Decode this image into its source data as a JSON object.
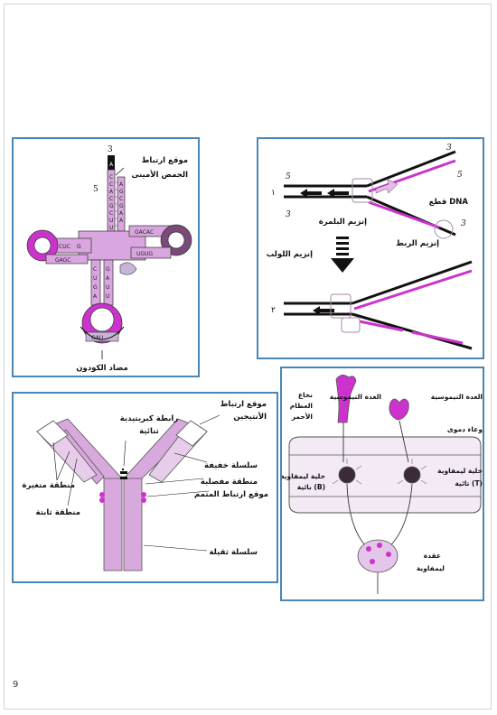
{
  "page_number": "9",
  "trna": {
    "attach_site_line1": "موقع ارتباط",
    "attach_site_line2": "الحمض الأمينى",
    "anticodon": "مضاد الكودون",
    "five_prime": "5",
    "three_prime": "3",
    "bases_acceptor": [
      "A",
      "C",
      "C",
      "A",
      "C",
      "G",
      "C",
      "U",
      "U",
      "A",
      "A",
      "G"
    ],
    "bases_left": [
      "C",
      "U",
      "C",
      "G",
      "A",
      "G",
      "C"
    ],
    "bases_right": [
      "G",
      "A",
      "C",
      "A",
      "C",
      "U",
      "G",
      "U",
      "G"
    ],
    "bases_anticodon": [
      "C",
      "U",
      "G",
      "G",
      "A",
      "U",
      "U",
      "A",
      "G"
    ]
  },
  "replication": {
    "label_1": "١",
    "label_2": "٢",
    "five_prime": "5",
    "three_prime": "3",
    "okazaki": "قطع DNA",
    "polymerase": "إنزيم البلمرة",
    "ligase": "إنزيم الربط",
    "helicase": "إنزيم اللولب"
  },
  "antibody": {
    "antigen_site_line1": "موقع ارتباط",
    "antigen_site_line2": "الأنتيجين",
    "disulfide_line1": "رابطة كبريتيدية",
    "disulfide_line2": "ثنائية",
    "variable_region": "منطقة متغيرة",
    "constant_region": "منطقة ثابتة",
    "light_chain": "سلسلة خفيفة",
    "hinge_region": "منطقة مفصلية",
    "complement_site": "موقع ارتباط المتمم",
    "heavy_chain": "سلسلة ثقيلة"
  },
  "immune": {
    "bone_marrow_line1": "نخاع",
    "bone_marrow_line2": "العظام",
    "bone_marrow_line3": "الأحمر",
    "thymus": "الغدة التيموسية",
    "blood_vessel": "وعاء دموى",
    "b_cell_line1": "خلية ليمفاوية",
    "b_cell_line2": "بائية (B)",
    "t_cell_line1": "خلية ليمفاوية",
    "t_cell_line2": "تائية (T)",
    "lymph_node_line1": "عقدة",
    "lymph_node_line2": "ليمفاوية"
  },
  "colors": {
    "border": "#4a86b5",
    "magenta": "#cc33cc",
    "light_purple": "#d9a6df",
    "lavender": "#c7b4d8"
  }
}
